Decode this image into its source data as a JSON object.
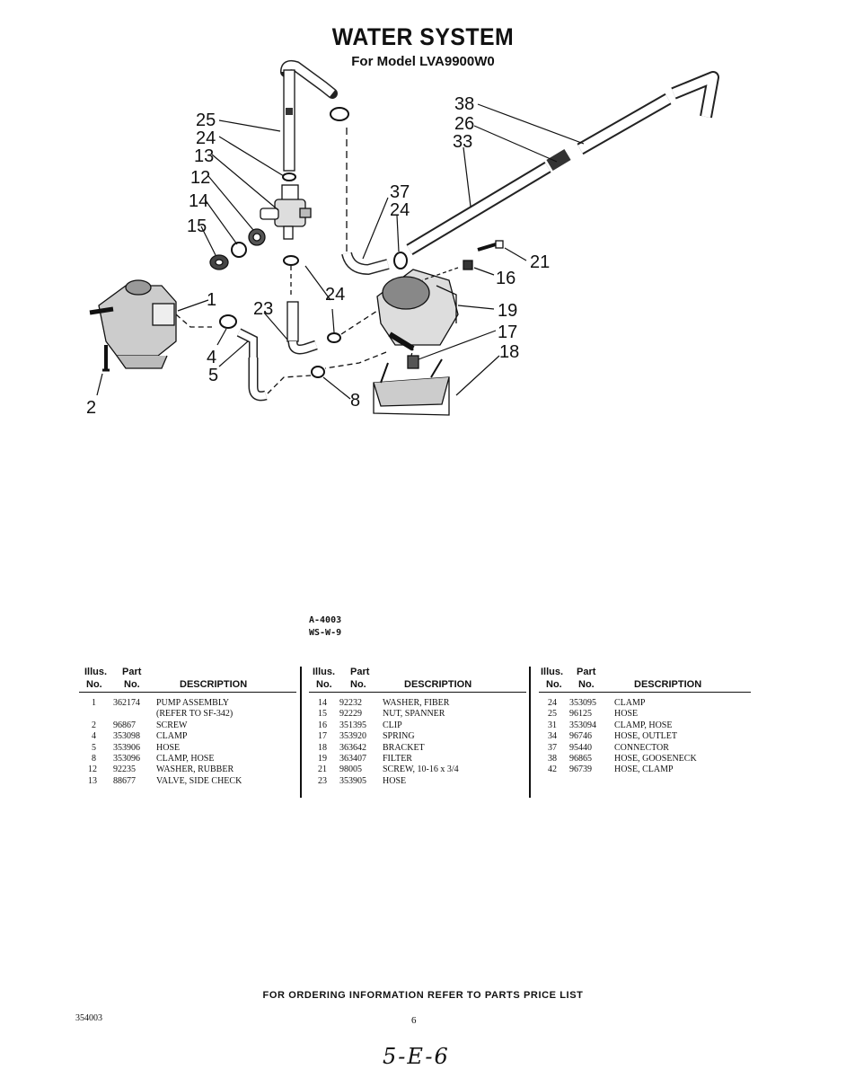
{
  "header": {
    "title": "WATER SYSTEM",
    "subtitle": "For Model LVA9900W0"
  },
  "diagram": {
    "callouts": [
      "25",
      "24",
      "13",
      "12",
      "14",
      "15",
      "1",
      "2",
      "23",
      "4",
      "5",
      "8",
      "24",
      "37",
      "24",
      "38",
      "26",
      "33",
      "21",
      "16",
      "19",
      "17",
      "18"
    ]
  },
  "reference": {
    "code1": "A-4003",
    "code2": "WS-W-9"
  },
  "table_headers": {
    "illus": "Illus.",
    "part": "Part",
    "no1": "No.",
    "no2": "No.",
    "description": "DESCRIPTION"
  },
  "parts_tables": [
    [
      {
        "illus": "1",
        "part": "362174",
        "desc": "PUMP ASSEMBLY"
      },
      {
        "illus": "",
        "part": "",
        "desc": "(REFER TO SF-342)"
      },
      {
        "illus": "2",
        "part": "96867",
        "desc": "SCREW"
      },
      {
        "illus": "4",
        "part": "353098",
        "desc": "CLAMP"
      },
      {
        "illus": "5",
        "part": "353906",
        "desc": "HOSE"
      },
      {
        "illus": "8",
        "part": "353096",
        "desc": "CLAMP, HOSE"
      },
      {
        "illus": "12",
        "part": "92235",
        "desc": "WASHER, RUBBER"
      },
      {
        "illus": "13",
        "part": "88677",
        "desc": "VALVE, SIDE CHECK"
      }
    ],
    [
      {
        "illus": "14",
        "part": "92232",
        "desc": "WASHER, FIBER"
      },
      {
        "illus": "15",
        "part": "92229",
        "desc": "NUT, SPANNER"
      },
      {
        "illus": "16",
        "part": "351395",
        "desc": "CLIP"
      },
      {
        "illus": "17",
        "part": "353920",
        "desc": "SPRING"
      },
      {
        "illus": "18",
        "part": "363642",
        "desc": "BRACKET"
      },
      {
        "illus": "19",
        "part": "363407",
        "desc": "FILTER"
      },
      {
        "illus": "21",
        "part": "98005",
        "desc": "SCREW, 10-16 x 3/4"
      },
      {
        "illus": "23",
        "part": "353905",
        "desc": "HOSE"
      }
    ],
    [
      {
        "illus": "24",
        "part": "353095",
        "desc": "CLAMP"
      },
      {
        "illus": "25",
        "part": "96125",
        "desc": "HOSE"
      },
      {
        "illus": "31",
        "part": "353094",
        "desc": "CLAMP, HOSE"
      },
      {
        "illus": "34",
        "part": "96746",
        "desc": "HOSE, OUTLET"
      },
      {
        "illus": "37",
        "part": "95440",
        "desc": "CONNECTOR"
      },
      {
        "illus": "38",
        "part": "96865",
        "desc": "HOSE, GOOSENECK"
      },
      {
        "illus": "42",
        "part": "96739",
        "desc": "HOSE, CLAMP"
      }
    ]
  ],
  "footer": {
    "ordering": "FOR ORDERING INFORMATION REFER TO PARTS PRICE LIST",
    "doc_number": "354003",
    "page_number": "6",
    "handwritten": "5-E-6"
  }
}
